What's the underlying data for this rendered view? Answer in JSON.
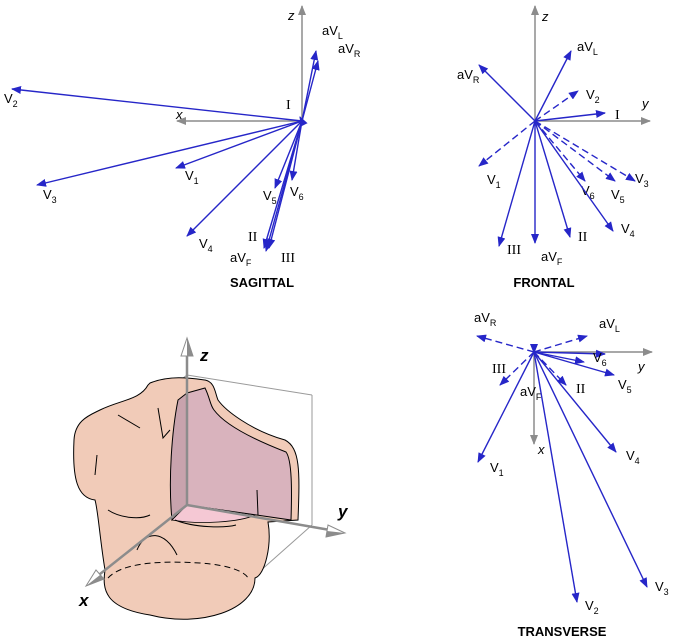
{
  "figure": {
    "lead_color": "#2626c8",
    "axis_color": "#8c8c8c",
    "torso_skin_color": "#f1cbb8",
    "torso_cut_color": "#d9b3bd",
    "torso_floor_color": "#f5c8d4"
  },
  "panels": [
    {
      "id": "sagittal",
      "title": "SAGITTAL",
      "axes": [
        {
          "label": "z",
          "dir": [
            0,
            1
          ]
        },
        {
          "label": "x",
          "dir": [
            -1,
            0
          ]
        }
      ],
      "leads": [
        {
          "name": "I",
          "roman": true,
          "dashed": false,
          "vec": [
            -0.02,
            0.04
          ]
        },
        {
          "name": "aVL",
          "base": "aV",
          "sub": "L",
          "dashed": false,
          "vec": [
            0.14,
            0.7
          ]
        },
        {
          "name": "aVR",
          "base": "aV",
          "sub": "R",
          "dashed": false,
          "vec": [
            0.16,
            0.6
          ]
        },
        {
          "name": "V2",
          "base": "V",
          "sub": "2",
          "dashed": false,
          "vec": [
            -2.9,
            0.32
          ]
        },
        {
          "name": "V3",
          "base": "V",
          "sub": "3",
          "dashed": false,
          "vec": [
            -2.65,
            -0.64
          ]
        },
        {
          "name": "V1",
          "base": "V",
          "sub": "1",
          "dashed": false,
          "vec": [
            -1.26,
            -0.47
          ]
        },
        {
          "name": "V4",
          "base": "V",
          "sub": "4",
          "dashed": false,
          "vec": [
            -1.15,
            -1.15
          ]
        },
        {
          "name": "V5",
          "base": "V",
          "sub": "5",
          "dashed": false,
          "vec": [
            -0.27,
            -0.67
          ]
        },
        {
          "name": "V6",
          "base": "V",
          "sub": "6",
          "dashed": false,
          "vec": [
            -0.1,
            -0.59
          ]
        },
        {
          "name": "II",
          "roman": true,
          "dashed": false,
          "vec": [
            -0.36,
            -1.3
          ]
        },
        {
          "name": "aVF",
          "base": "aV",
          "sub": "F",
          "dashed": false,
          "vec": [
            -0.38,
            -1.27
          ]
        },
        {
          "name": "III",
          "roman": true,
          "dashed": false,
          "vec": [
            -0.33,
            -1.27
          ]
        }
      ]
    },
    {
      "id": "frontal",
      "title": "FRONTAL",
      "axes": [
        {
          "label": "z",
          "dir": [
            0,
            1
          ]
        },
        {
          "label": "y",
          "dir": [
            1,
            0
          ]
        }
      ],
      "leads": [
        {
          "name": "aVL",
          "base": "aV",
          "sub": "L",
          "dashed": false,
          "vec": [
            0.36,
            0.7
          ]
        },
        {
          "name": "aVR",
          "base": "aV",
          "sub": "R",
          "dashed": false,
          "vec": [
            -0.56,
            0.56
          ]
        },
        {
          "name": "V2",
          "base": "V",
          "sub": "2",
          "dashed": true,
          "vec": [
            0.43,
            0.3
          ]
        },
        {
          "name": "I",
          "roman": true,
          "dashed": false,
          "vec": [
            0.7,
            0.08
          ]
        },
        {
          "name": "V1",
          "base": "V",
          "sub": "1",
          "dashed": true,
          "vec": [
            -0.56,
            -0.45
          ]
        },
        {
          "name": "V6",
          "base": "V",
          "sub": "6",
          "dashed": true,
          "vec": [
            0.5,
            -0.6
          ]
        },
        {
          "name": "V5",
          "base": "V",
          "sub": "5",
          "dashed": true,
          "vec": [
            0.8,
            -0.6
          ]
        },
        {
          "name": "V3",
          "base": "V",
          "sub": "3",
          "dashed": true,
          "vec": [
            1.0,
            -0.6
          ]
        },
        {
          "name": "V4",
          "base": "V",
          "sub": "4",
          "dashed": false,
          "vec": [
            0.78,
            -1.1
          ]
        },
        {
          "name": "II",
          "roman": true,
          "dashed": false,
          "vec": [
            0.35,
            -1.16
          ]
        },
        {
          "name": "aVF",
          "base": "aV",
          "sub": "F",
          "dashed": false,
          "vec": [
            0.0,
            -1.22
          ]
        },
        {
          "name": "III",
          "roman": true,
          "dashed": false,
          "vec": [
            -0.36,
            -1.25
          ]
        }
      ]
    },
    {
      "id": "transverse",
      "title": "TRANSVERSE",
      "axes": [
        {
          "label": "y",
          "dir": [
            1,
            0
          ]
        },
        {
          "label": "x",
          "dir": [
            0,
            -1
          ]
        }
      ],
      "leads": [
        {
          "name": "aVR",
          "base": "aV",
          "sub": "R",
          "dashed": true,
          "vec": [
            -0.57,
            0.16
          ]
        },
        {
          "name": "aVL",
          "base": "aV",
          "sub": "L",
          "dashed": true,
          "vec": [
            0.53,
            0.16
          ]
        },
        {
          "name": "V6",
          "base": "V",
          "sub": "6",
          "dashed": false,
          "vec": [
            0.71,
            -0.02
          ]
        },
        {
          "name": "V6b",
          "hidden_label": true,
          "dashed": false,
          "vec": [
            0.5,
            -0.1
          ]
        },
        {
          "name": "V5",
          "base": "V",
          "sub": "5",
          "dashed": false,
          "vec": [
            0.8,
            -0.23
          ]
        },
        {
          "name": "III",
          "roman": true,
          "dashed": true,
          "vec": [
            -0.34,
            -0.33
          ]
        },
        {
          "name": "II",
          "roman": true,
          "dashed": true,
          "vec": [
            0.32,
            -0.33
          ]
        },
        {
          "name": "aVF",
          "base": "aV",
          "sub": "F",
          "dashed": false,
          "vec": [
            0.0,
            -0.01
          ]
        },
        {
          "name": "V1",
          "base": "V",
          "sub": "1",
          "dashed": false,
          "vec": [
            -0.56,
            -1.1
          ]
        },
        {
          "name": "V4",
          "base": "V",
          "sub": "4",
          "dashed": false,
          "vec": [
            0.82,
            -1.0
          ]
        },
        {
          "name": "V2",
          "base": "V",
          "sub": "2",
          "dashed": false,
          "vec": [
            0.43,
            -2.5
          ]
        },
        {
          "name": "V3",
          "base": "V",
          "sub": "3",
          "dashed": false,
          "vec": [
            1.13,
            -2.35
          ]
        }
      ]
    }
  ],
  "torso": {
    "axes": [
      {
        "label": "z"
      },
      {
        "label": "y"
      },
      {
        "label": "x"
      }
    ]
  }
}
